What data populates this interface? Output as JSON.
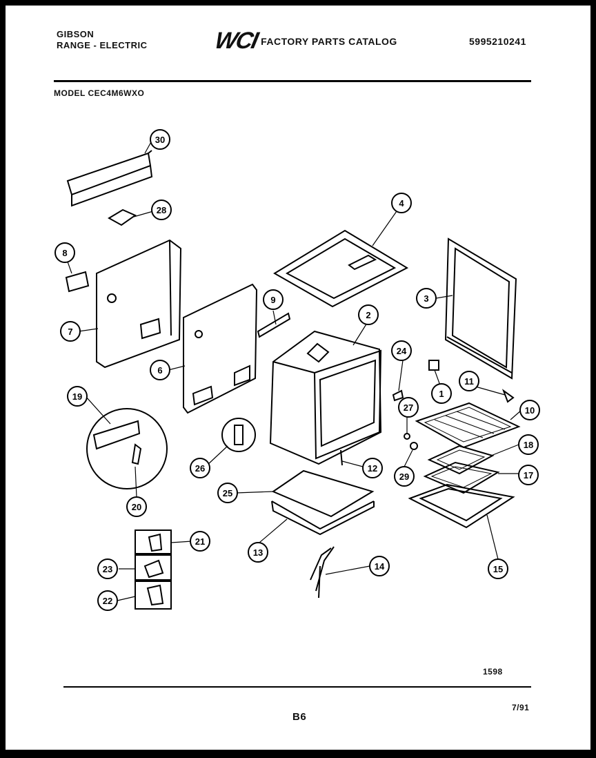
{
  "header": {
    "brand_line1": "GIBSON",
    "brand_line2": "RANGE - ELECTRIC",
    "logo": "WCI",
    "catalog_title": "FACTORY PARTS CATALOG",
    "part_number": "5995210241",
    "model": "MODEL CEC4M6WXO"
  },
  "footer": {
    "diagram_code": "1598",
    "page": "B6",
    "date": "7/91"
  },
  "callouts": [
    "30",
    "28",
    "4",
    "8",
    "7",
    "6",
    "9",
    "2",
    "3",
    "24",
    "1",
    "11",
    "19",
    "10",
    "27",
    "18",
    "26",
    "12",
    "29",
    "17",
    "25",
    "20",
    "15",
    "13",
    "21",
    "14",
    "23",
    "22"
  ]
}
